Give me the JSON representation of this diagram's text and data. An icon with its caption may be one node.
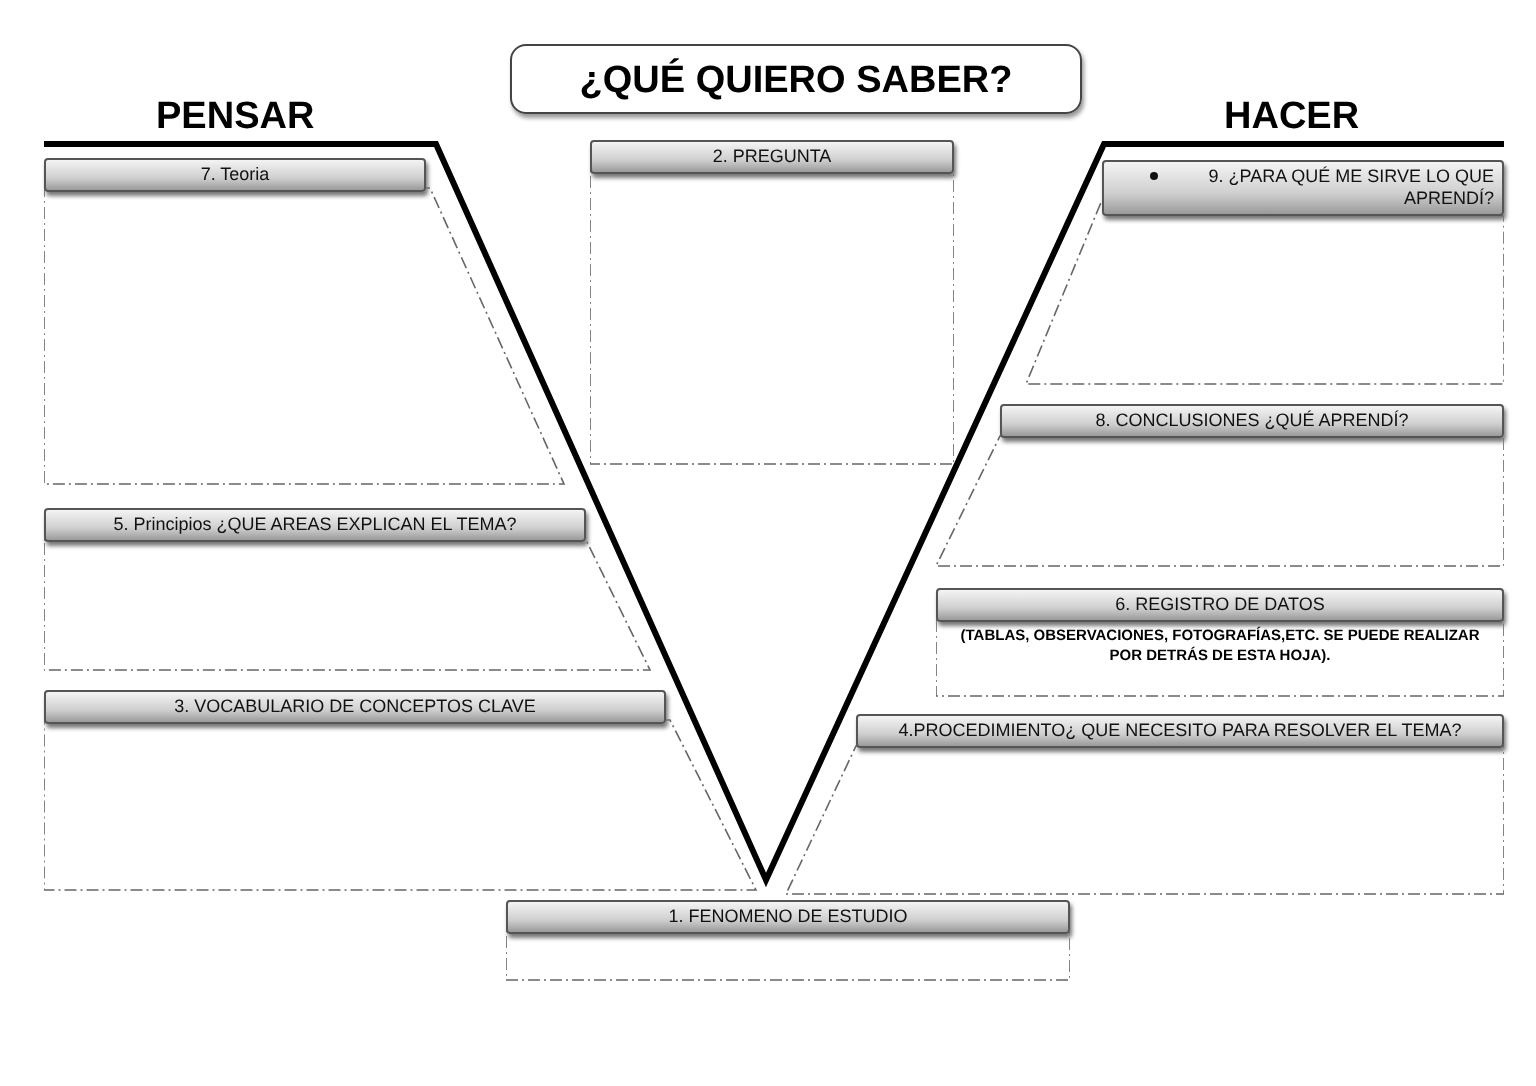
{
  "diagram": {
    "title": "¿QUÉ QUIERO SABER?",
    "nodes": [
      {
        "text": [
          "2. PREGUNTA"
        ]
      },
      {
        "text": [
          "7. Teoria"
        ]
      },
      {
        "text": [
          "9. ¿PARA QUÉ ME SIRVE LO QUE APRENDÍ?"
        ]
      },
      {
        "text": [
          "8. CONCLUSIONES ¿QUÉ APRENDÍ?"
        ]
      },
      {
        "text": [
          "5. Principios ¿QUE AREAS EXPLICAN EL TEMA?"
        ]
      },
      {
        "text": [
          "6. REGISTRO DE DATOS",
          "(TABLAS, OBSERVACIONES, FOTOGRAFÍAS,ETC. SE PUEDE REALIZAR POR DETRÁS DE ESTA HOJA)."
        ]
      },
      {
        "text": [
          "3. VOCABULARIO DE CONCEPTOS CLAVE"
        ]
      },
      {
        "text": [
          "4.PROCEDIMIENTO¿ QUE NECESITO PARA RESOLVER EL TEMA?"
        ]
      },
      {
        "text": [
          "1. FENOMENO DE ESTUDIO"
        ]
      }
    ],
    "labels": [
      "PENSAR",
      "HACER"
    ]
  }
}
